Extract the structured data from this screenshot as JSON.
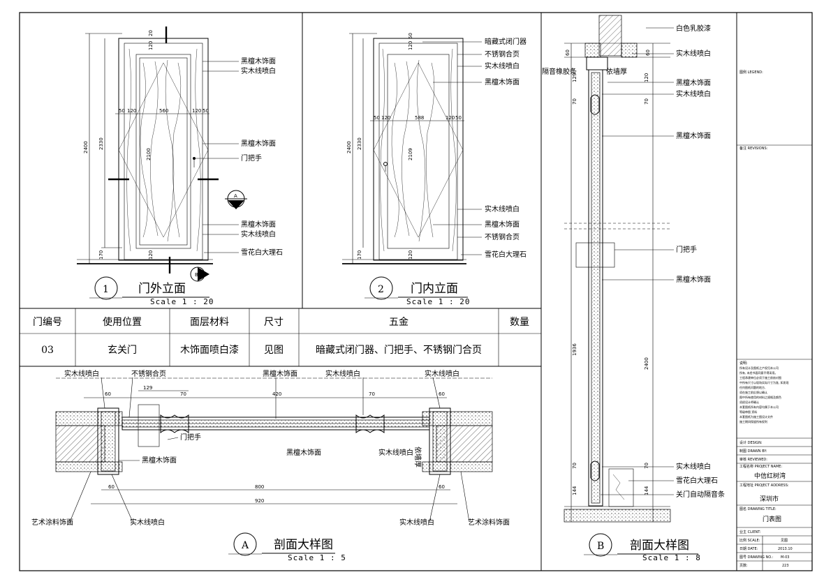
{
  "elevation_outside": {
    "number": "1",
    "title": "门外立面",
    "scale": "Scale 1 : 20",
    "labels": [
      "黑檀木饰面",
      "实木线喷白",
      "黑檀木饰面",
      "门把手",
      "黑檀木饰面",
      "实木线喷白",
      "雪花白大理石"
    ],
    "dims": {
      "h_total": "2400",
      "h_leaf": "2330",
      "h_panel": "2100",
      "top": "120",
      "top2": "20",
      "bottom": "120",
      "base": "170",
      "w1": "50",
      "w2": "120",
      "w_mid": "560",
      "w3": "120",
      "w4": "50"
    },
    "section_marker": "A",
    "section_marker_b": "B"
  },
  "elevation_inside": {
    "number": "2",
    "title": "门内立面",
    "scale": "Scale 1 : 20",
    "labels": [
      "暗藏式闭门器",
      "不锈钢合页",
      "实木线喷白",
      "黑檀木饰面",
      "实木线喷白",
      "黑檀木饰面",
      "不锈钢合页",
      "雪花白大理石"
    ],
    "dims": {
      "h_total": "2400",
      "h_leaf": "2330",
      "h_panel": "2109",
      "top": "120",
      "top2": "50",
      "bottom": "120",
      "base": "170",
      "w1": "50",
      "w2": "120",
      "w_mid": "588",
      "w3": "120",
      "w4": "50"
    }
  },
  "schedule": {
    "headers": [
      "门编号",
      "使用位置",
      "面层材料",
      "尺寸",
      "五金",
      "数量"
    ],
    "row": [
      "03",
      "玄关门",
      "木饰面喷白漆",
      "见图",
      "暗藏式闭门器、门把手、不锈钢门合页",
      ""
    ]
  },
  "section_a": {
    "marker": "A",
    "title": "剖面大样图",
    "scale": "Scale 1 : 5",
    "labels": [
      "实木线喷白",
      "不锈钢合页",
      "黑檀木饰面",
      "实木线喷白",
      "实木线喷白",
      "门把手",
      "黑檀木饰面",
      "黑檀木饰面",
      "实木线喷白",
      "依墙厚",
      "艺术涂料饰面",
      "实木线喷白",
      "实木线喷白",
      "艺术涂料饰面"
    ],
    "dims": [
      "60",
      "129",
      "70",
      "420",
      "70",
      "60",
      "800",
      "60",
      "920",
      "60"
    ]
  },
  "section_b": {
    "marker": "B",
    "title": "剖面大样图",
    "scale": "Scale 1 : 8",
    "labels": [
      "白色乳胶漆",
      "实木线喷白",
      "隔音橡胶条",
      "依墙厚",
      "黑檀木饰面",
      "实木线喷白",
      "黑檀木饰面",
      "门把手",
      "黑檀木饰面",
      "实木线喷白",
      "雪花白大理石",
      "关门自动隔音条"
    ],
    "dims": [
      "60",
      "60",
      "129",
      "120",
      "70",
      "70",
      "1936",
      "2400",
      "70",
      "70",
      "144",
      "144"
    ]
  },
  "title_block": {
    "legend": "图例 LEGEND:",
    "revisions": "备注 REVISIONS:",
    "notes_header": "说明:",
    "notes": [
      "所有设计及图纸之产权归本公司",
      "所有, 未经书面同意不得采用。",
      "工程承建单位必须于施工前核对图",
      "中所有尺寸以现场实际尺寸为准, 如发现",
      "任何图纸问题的地方,",
      "须在施工前反馈以确认",
      "图中所有使用的材料之规格及颜色",
      "须经设计师确认",
      "本套图纸所有内容均属于本公司",
      "等级审图 资料",
      "本套图纸为施工图设计文件",
      "施工期间保留所有权利"
    ],
    "design": "设计 DESIGN:",
    "drawn": "制图 DRAWN BY:",
    "reviewed": "审核 REVIEWED:",
    "project_name_label": "工程名称 PROJECT NAME:",
    "project_name": "中信红树湾",
    "project_address_label": "工程地址 PROJECT ADDRESS:",
    "project_address": "深圳市",
    "drawing_title_label": "图名 DRAWING TITLE:",
    "drawing_title": "门表图",
    "client": "业主 CLIENT:",
    "scale_label": "比例 SCALE:",
    "scale_value": "见图",
    "date_label": "日期 DATE:",
    "date_value": "2013.10",
    "drawing_no_label": "图号 DRAWING NO.:",
    "drawing_no": "M-03",
    "sheet_label": "页数:",
    "sheet_no": "223"
  }
}
